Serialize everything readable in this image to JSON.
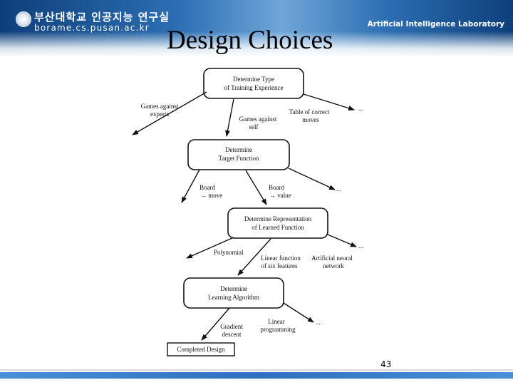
{
  "header": {
    "korean_title": "부산대학교 인공지능 연구실",
    "url": "borame.cs.pusan.ac.kr",
    "lab": "Artificial Intelligence Laboratory"
  },
  "slide": {
    "title": "Design Choices",
    "page_number": "43"
  },
  "diagram": {
    "nodes": {
      "training": [
        "Determine Type",
        "of Training Experience"
      ],
      "target": [
        "Determine",
        "Target Function"
      ],
      "representation": [
        "Determine Representation",
        "of Learned Function"
      ],
      "algorithm": [
        "Determine",
        "Learning Algorithm"
      ],
      "completed": [
        "Completed Design"
      ]
    },
    "edge_labels": {
      "games_experts": [
        "Games against",
        "experts"
      ],
      "games_self": [
        "Games against",
        "self"
      ],
      "table_moves": [
        "Table of correct",
        "moves"
      ],
      "board_move": [
        "Board",
        "→ move"
      ],
      "board_value": [
        "Board",
        "→ value"
      ],
      "polynomial": [
        "Polynomial"
      ],
      "linear_function": [
        "Linear function",
        "of six features"
      ],
      "ann": [
        "Artificial neural",
        "network"
      ],
      "gradient": [
        "Gradient",
        "descent"
      ],
      "linear_prog": [
        "Linear",
        "programming"
      ],
      "ellipsis": "..."
    }
  }
}
